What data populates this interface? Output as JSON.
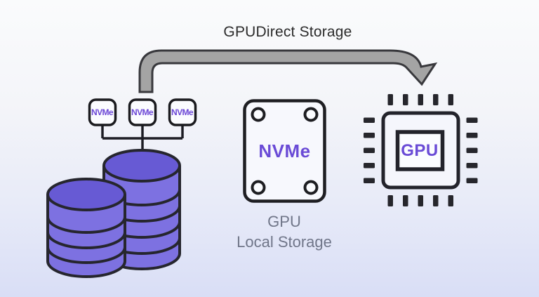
{
  "title": "GPUDirect Storage",
  "storage_array": {
    "nodes": [
      {
        "label": "NVMe"
      },
      {
        "label": "NVMe"
      },
      {
        "label": "NVMe"
      }
    ]
  },
  "local_storage": {
    "card_label": "NVMe",
    "caption_line1": "GPU",
    "caption_line2": "Local Storage"
  },
  "gpu_chip": {
    "label": "GPU"
  },
  "colors": {
    "accent_purple": "#6a4bd6",
    "disk_body": "#7d71e1",
    "disk_top": "#675ad4",
    "dark_outline": "#26262e",
    "arrow_fill": "#a4a4a4",
    "arrow_outline": "#38383c",
    "caption_gray": "#707689",
    "title_text": "#2b2b2b",
    "background_top": "#fafbfc",
    "background_bottom": "#d9def6"
  }
}
